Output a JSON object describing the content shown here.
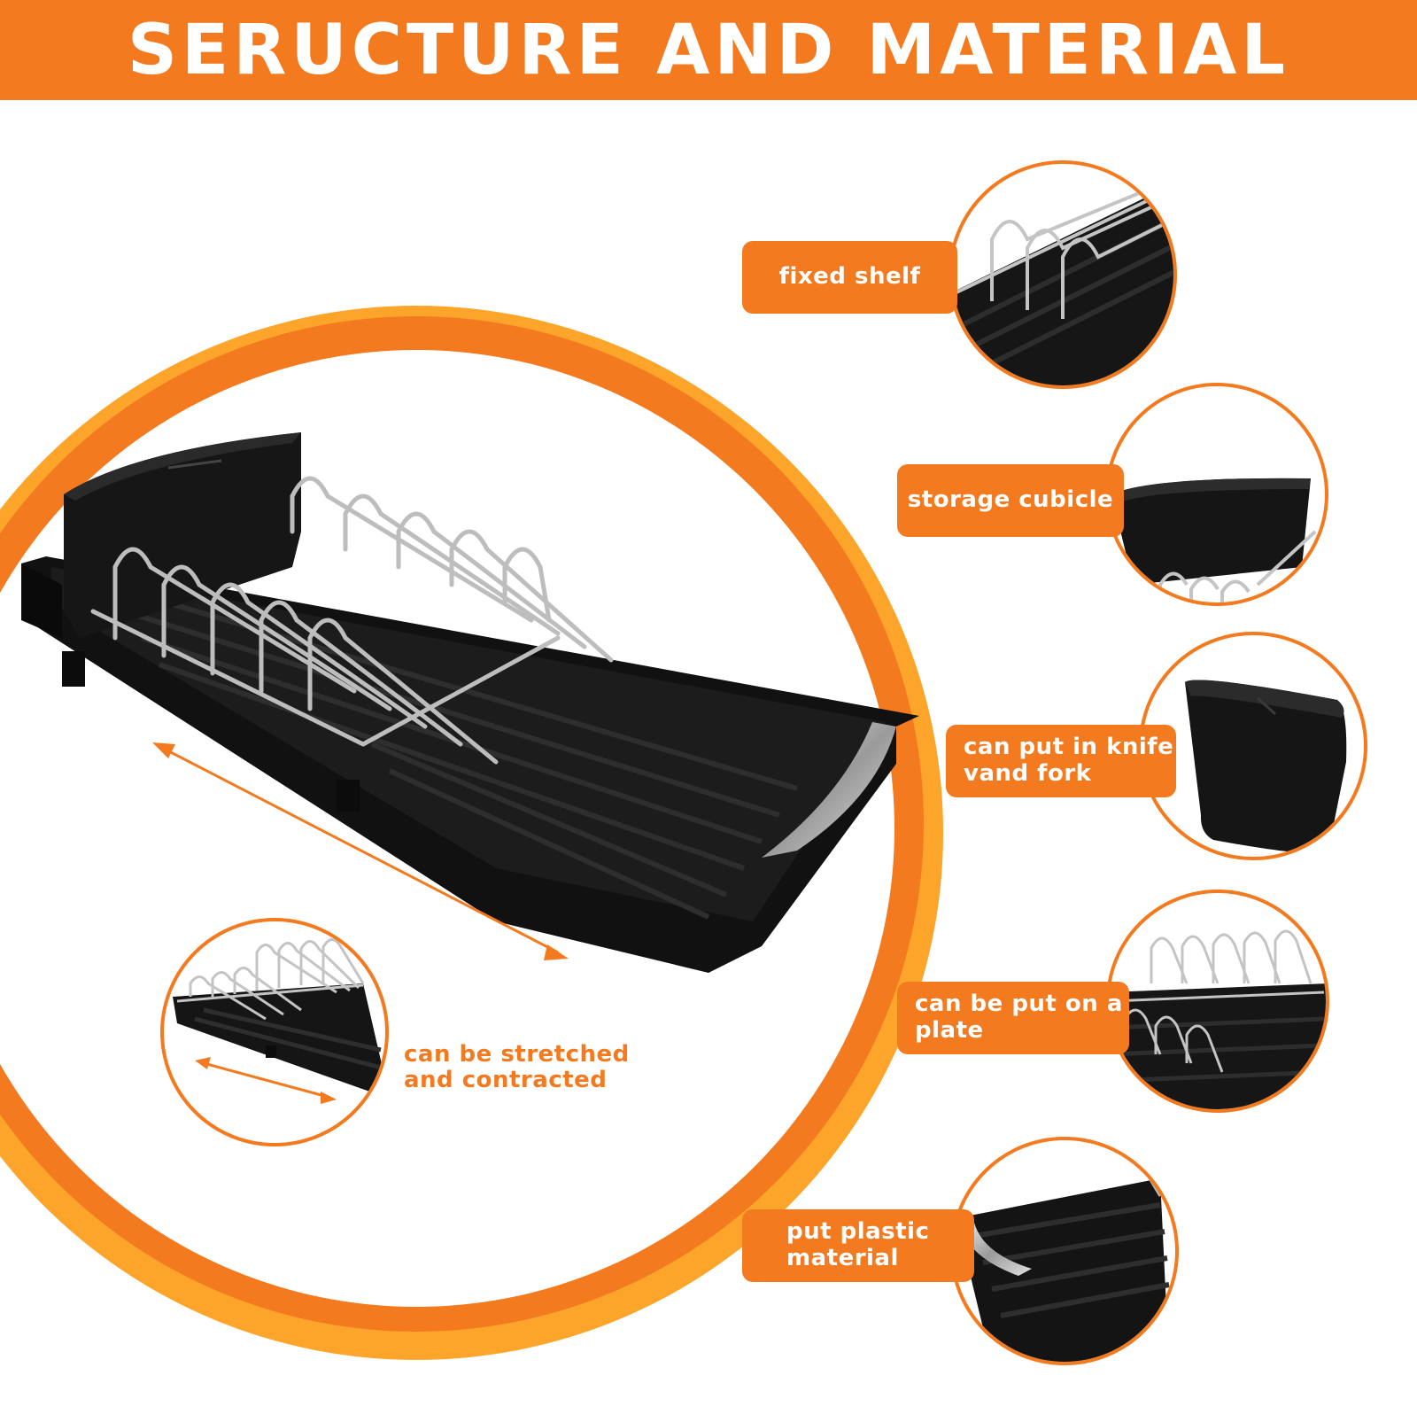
{
  "banner": {
    "title": "SERUCTURE AND MATERIAL",
    "color": "#f47a1f"
  },
  "colors": {
    "accent": "#f47a1f",
    "accent_light": "#fca52a",
    "product": "#141414",
    "steel": "#c9c9c9"
  },
  "main_product": {
    "name": "dish-drying-rack"
  },
  "features": [
    {
      "label": "fixed shelf",
      "icon": "plate-rack-closeup"
    },
    {
      "label": "storage cubicle",
      "icon": "utensil-holder-closeup"
    },
    {
      "lines": [
        "can put in knife",
        "vand fork"
      ],
      "icon": "utensil-cup"
    },
    {
      "lines": [
        "can be put on a",
        "plate"
      ],
      "icon": "plate-rack-closeup"
    },
    {
      "lines": [
        "put plastic",
        "material"
      ],
      "icon": "drain-tray-closeup"
    }
  ],
  "stretch_note": {
    "lines": [
      "can be stretched",
      "and contracted"
    ],
    "icon": "extendable-rack"
  }
}
